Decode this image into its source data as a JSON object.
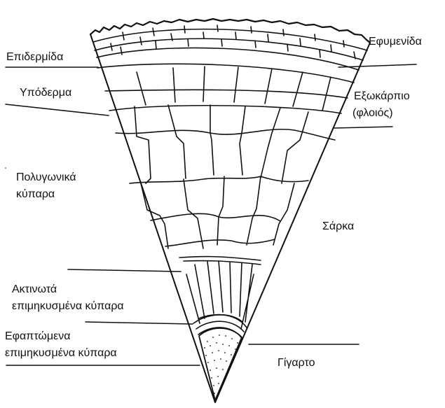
{
  "labels": {
    "epidermis": "Επιδερμίδα",
    "cuticle": "Εφυμενίδα",
    "hypodermis": "Υπόδερμα",
    "exocarp_line1": "Εξωκάρπιο",
    "exocarp_line2": "(φλοιός)",
    "polygonal_line1": "Πολυγωνικά",
    "polygonal_line2": "κύπαρα",
    "flesh": "Σάρκα",
    "radial_line1": "Ακτινωτά",
    "radial_line2": "επιμηκυσμένα κύπαρα",
    "tangential_line1": "Εφαπτώμενα",
    "tangential_line2": "επιμηκυσμένα κύπαρα",
    "seed": "Γίγαρτο"
  },
  "colors": {
    "stroke": "#111111",
    "background": "#ffffff"
  }
}
